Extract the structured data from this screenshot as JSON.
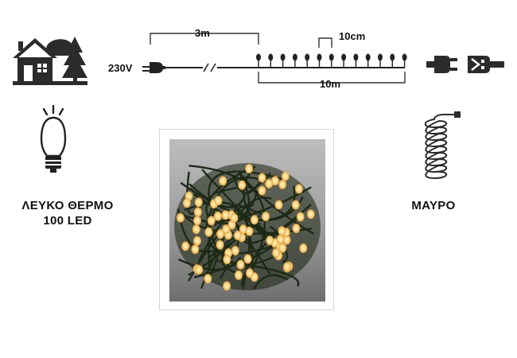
{
  "diagram": {
    "voltage_label": "230V",
    "lead_length_label": "3m",
    "led_spacing_label": "10cm",
    "lit_length_label": "10m"
  },
  "left_caption": {
    "line1": "ΛΕΥΚΟ ΘΕΡΜΟ",
    "line2": "100 LED"
  },
  "right_caption": {
    "line1": "ΜΑΥΡΟ"
  },
  "icons": {
    "indoor_outdoor": "house-tree-icon",
    "bulb": "led-bulb-icon",
    "cable": "coiled-cable-icon",
    "connector": "extendable-connector-icon"
  },
  "colors": {
    "icon_dark": "#2b2b2b",
    "led_warm": "#ffd98a",
    "cable_dark": "#1c2a16"
  }
}
